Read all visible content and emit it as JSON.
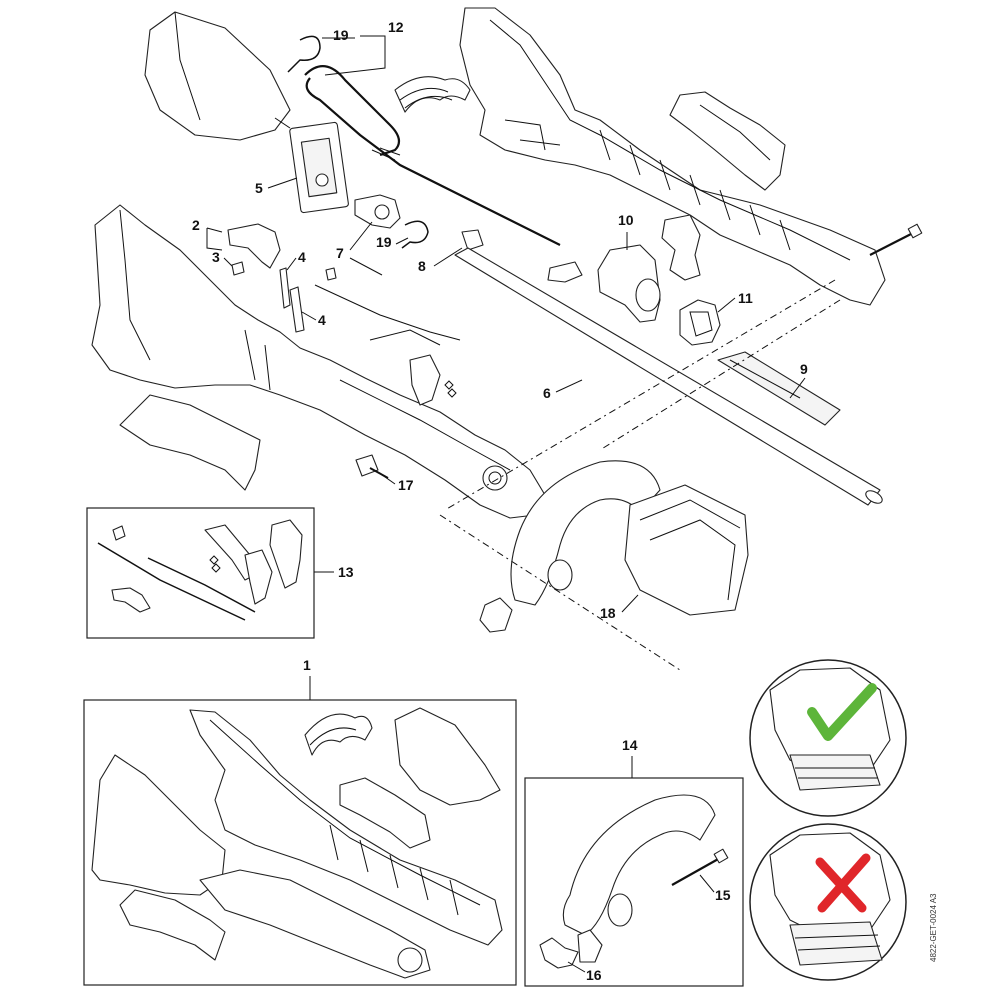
{
  "diagram": {
    "labels": {
      "p1": "1",
      "p2": "2",
      "p3": "3",
      "p4a": "4",
      "p4b": "4",
      "p5": "5",
      "p6": "6",
      "p7": "7",
      "p8": "8",
      "p9": "9",
      "p10": "10",
      "p11": "11",
      "p12": "12",
      "p13": "13",
      "p14": "14",
      "p15": "15",
      "p16": "16",
      "p17": "17",
      "p18": "18",
      "p19a": "19",
      "p19b": "19"
    },
    "drawing_code": "4822-GET-0024 A3",
    "status_colors": {
      "correct": "#5db53a",
      "wrong": "#e0262a"
    }
  }
}
